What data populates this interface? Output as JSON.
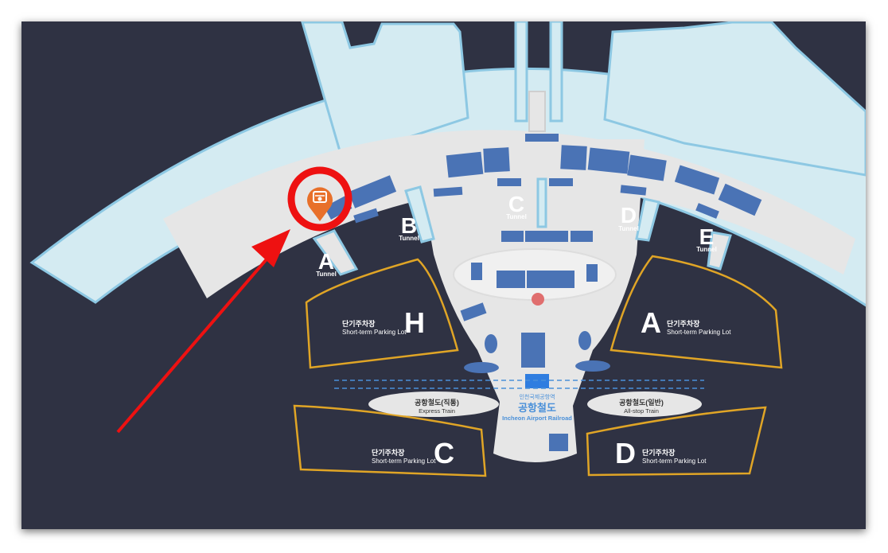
{
  "colors": {
    "background": "#2f3243",
    "concourse": "#d4ebf2",
    "terminal": "#e6e6e6",
    "gates": "#4a73b5",
    "parking_outline": "#e0a526",
    "marker": "#e8702a",
    "highlight": "#ee1111"
  },
  "tunnels": [
    {
      "letter": "A",
      "label": "Tunnel"
    },
    {
      "letter": "B",
      "label": "Tunnel"
    },
    {
      "letter": "C",
      "label": "Tunnel"
    },
    {
      "letter": "D",
      "label": "Tunnel"
    },
    {
      "letter": "E",
      "label": "Tunnel"
    }
  ],
  "parking": [
    {
      "letter": "H",
      "korean": "단기주차장",
      "english": "Short-term Parking Lot"
    },
    {
      "letter": "A",
      "korean": "단기주차장",
      "english": "Short-term Parking Lot"
    },
    {
      "letter": "C",
      "korean": "단기주차장",
      "english": "Short-term Parking Lot"
    },
    {
      "letter": "D",
      "korean": "단기주차장",
      "english": "Short-term Parking Lot"
    }
  ],
  "trains": {
    "express": {
      "korean": "공항철도(직통)",
      "english": "Express Train"
    },
    "allstop": {
      "korean": "공항철도(일반)",
      "english": "All-stop Train"
    }
  },
  "station": {
    "small_korean": "인천국제공항역",
    "korean": "공항철도",
    "english": "Incheon Airport Railroad"
  },
  "marker_icon": "shop-pin-icon",
  "arrow_icon": "red-arrow-icon"
}
